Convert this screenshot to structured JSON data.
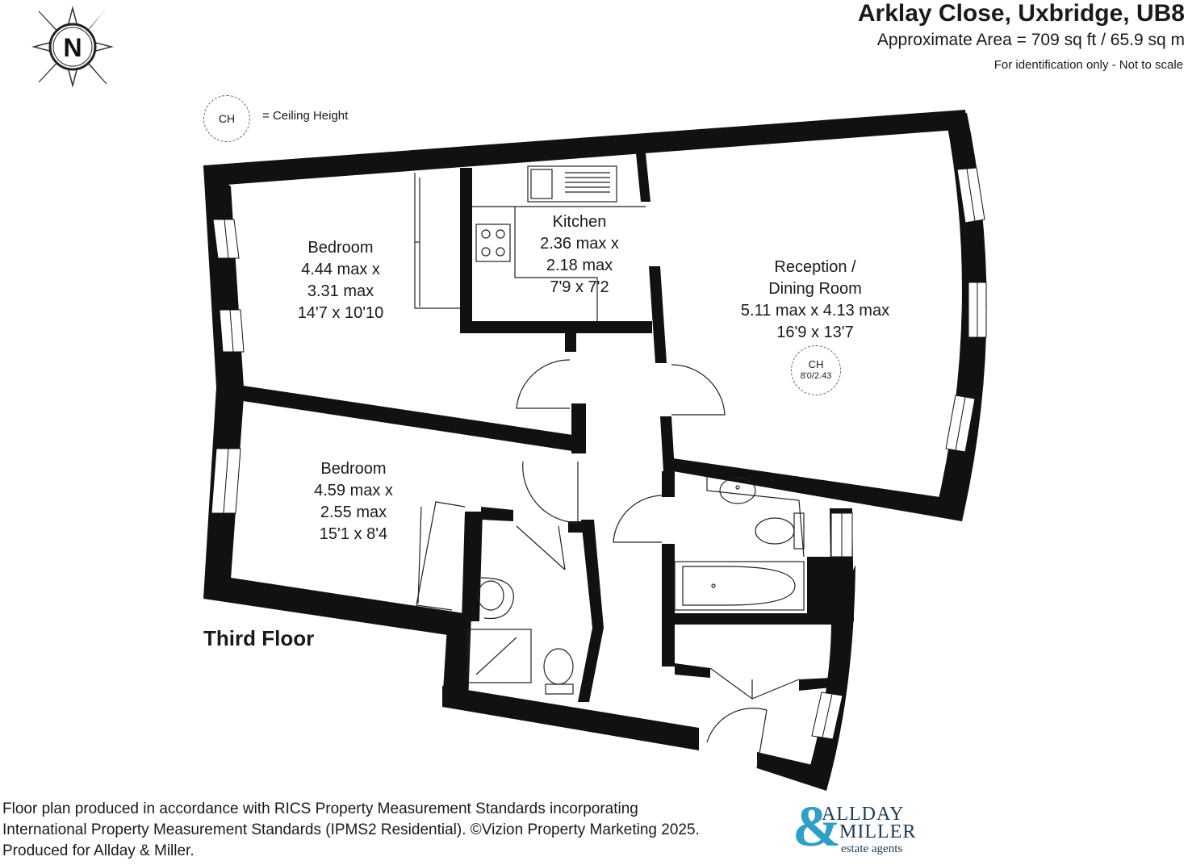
{
  "header": {
    "title": "Arklay Close, Uxbridge, UB8",
    "area": "Approximate Area = 709 sq ft / 65.9 sq m",
    "note": "For identification only - Not to scale"
  },
  "compass": {
    "letter": "N"
  },
  "legend": {
    "symbol": "CH",
    "text": "=  Ceiling Height"
  },
  "rooms": {
    "bedroom1": {
      "name": "Bedroom",
      "dims1": "4.44 max x",
      "dims2": "3.31 max",
      "imperial": "14'7 x 10'10"
    },
    "kitchen": {
      "name": "Kitchen",
      "dims1": "2.36 max x",
      "dims2": "2.18 max",
      "imperial": "7'9 x 7'2"
    },
    "reception": {
      "name1": "Reception /",
      "name2": "Dining Room",
      "dims": "5.11 max x 4.13 max",
      "imperial": "16'9 x 13'7"
    },
    "bedroom2": {
      "name": "Bedroom",
      "dims1": "4.59 max x",
      "dims2": "2.55 max",
      "imperial": "15'1 x 8'4"
    }
  },
  "ceiling": {
    "label": "CH",
    "value": "8'0/2.43"
  },
  "floor_label": "Third Floor",
  "footer": {
    "line1": "Floor plan produced in accordance with RICS Property Measurement Standards incorporating",
    "line2": "International Property Measurement Standards (IPMS2 Residential). ©Vizion Property Marketing 2025.",
    "line3": "Produced for Allday & Miller."
  },
  "logo": {
    "amp": "&",
    "word1": "ALLDAY",
    "word2": "MILLER",
    "tagline": "estate agents"
  },
  "colors": {
    "wall": "#111111",
    "accent": "#2f9fc6",
    "logo_text": "#1b3a57"
  }
}
